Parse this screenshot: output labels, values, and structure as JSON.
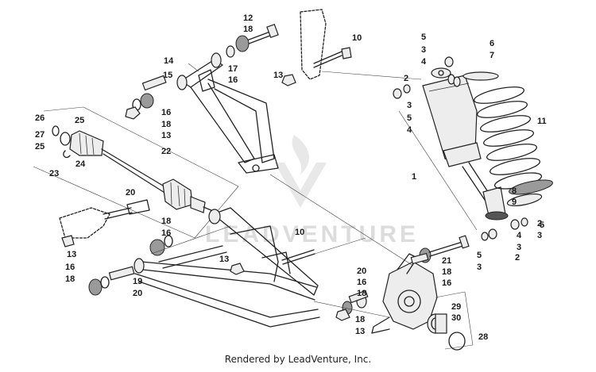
{
  "watermark": {
    "text": "LEADVENTURE"
  },
  "footer": {
    "text": "Rendered by LeadVenture, Inc."
  },
  "callouts": {
    "c1": "1",
    "c2a": "2",
    "c2b": "2",
    "c2c": "2",
    "c3a": "3",
    "c3b": "3",
    "c3c": "3",
    "c3d": "3",
    "c3e": "3",
    "c4a": "4",
    "c4b": "4",
    "c4c": "4",
    "c5a": "5",
    "c5b": "5",
    "c5c": "5",
    "c5d": "5",
    "c6": "6",
    "c7": "7",
    "c8": "8",
    "c9": "9",
    "c10a": "10",
    "c10b": "10",
    "c11": "11",
    "c12": "12",
    "c13a": "13",
    "c13b": "13",
    "c13c": "13",
    "c13d": "13",
    "c13e": "13",
    "c14": "14",
    "c15": "15",
    "c16a": "16",
    "c16b": "16",
    "c16c": "16",
    "c16d": "16",
    "c16e": "16",
    "c16f": "16",
    "c17": "17",
    "c18a": "18",
    "c18b": "18",
    "c18c": "18",
    "c18d": "18",
    "c18e": "18",
    "c18f": "18",
    "c18g": "18",
    "c19": "19",
    "c20a": "20",
    "c20b": "20",
    "c20c": "20",
    "c21": "21",
    "c22": "22",
    "c23": "23",
    "c24": "24",
    "c25a": "25",
    "c25b": "25",
    "c26": "26",
    "c27": "27",
    "c28": "28",
    "c29": "29",
    "c30": "30"
  }
}
